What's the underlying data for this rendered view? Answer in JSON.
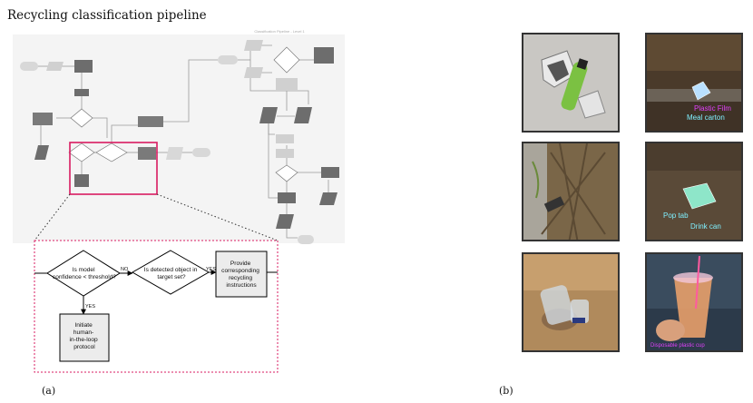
{
  "title": "Recycling classification pipeline",
  "panel_a_label": "(a)",
  "panel_b_label": "(b)",
  "diagram": {
    "overview_header": "Classification Pipeline - Level 1",
    "decision_confidence": [
      "Is model",
      "confidence < threshold?"
    ],
    "decision_target": [
      "Is detected object in",
      "target set?"
    ],
    "process_instructions": [
      "Provide",
      "corresponding",
      "recycling",
      "instructions"
    ],
    "process_human": [
      "Initiate",
      "human-",
      "in-the-loop",
      "protocol"
    ],
    "edge_no": "NO",
    "edge_yes_right": "YES",
    "edge_yes_down": "YES"
  },
  "photos": {
    "tile_2_labels": [
      "Plastic Film",
      "Meal carton"
    ],
    "tile_4_labels": [
      "Pop tab",
      "Drink can"
    ],
    "tile_6_labels": [
      "Disposable plastic cup"
    ]
  },
  "colors": {
    "highlight": "#d81b60",
    "node_dark": "#6d6d6d",
    "node_light": "#cfcfcf",
    "label_magenta": "#e040fb",
    "label_cyan": "#7ff0ff"
  }
}
